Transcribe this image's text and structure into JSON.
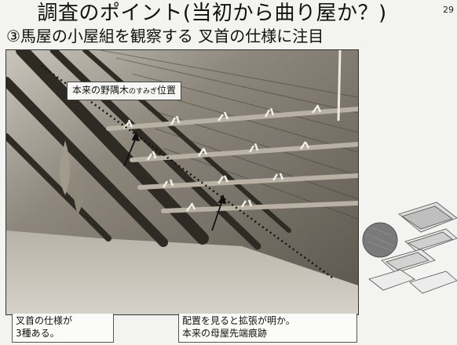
{
  "page_number": "29",
  "title": "調査のポイント(当初から曲り屋か？)",
  "subtitle": "③馬屋の小屋組を観察する 叉首の仕様に注目",
  "photo": {
    "callout_main": "本来の野隅木",
    "callout_ruby": "のすみぎ",
    "callout_tail": "位置"
  },
  "captions": {
    "left": [
      "叉首の仕様が",
      "3種ある。"
    ],
    "right": [
      "配置を見ると拡張が明か。",
      "本来の母屋先端痕跡"
    ]
  }
}
